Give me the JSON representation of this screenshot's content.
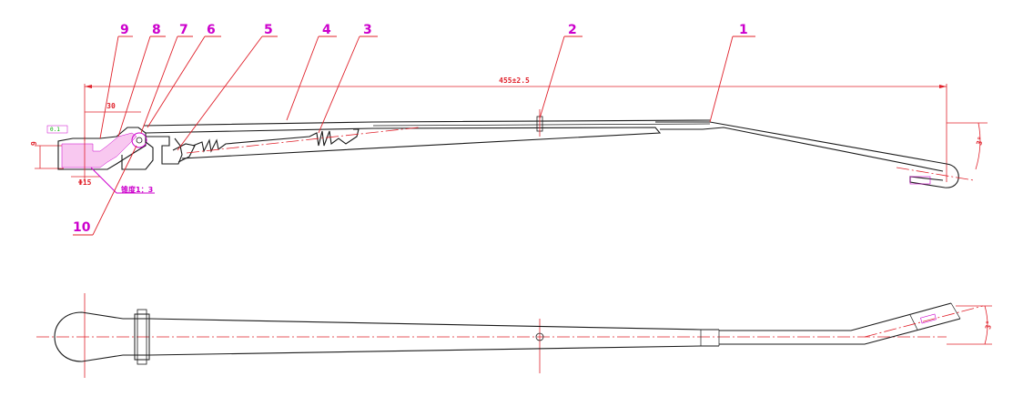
{
  "colors": {
    "outline": "#1a1a1a",
    "dimension": "#e0202a",
    "callout": "#cc00cc",
    "section_hatch": "#f8c8f0",
    "datum_note": "#00aa00"
  },
  "callouts": [
    {
      "id": "1",
      "label": "1"
    },
    {
      "id": "2",
      "label": "2"
    },
    {
      "id": "3",
      "label": "3"
    },
    {
      "id": "4",
      "label": "4"
    },
    {
      "id": "5",
      "label": "5"
    },
    {
      "id": "6",
      "label": "6"
    },
    {
      "id": "7",
      "label": "7"
    },
    {
      "id": "8",
      "label": "8"
    },
    {
      "id": "9",
      "label": "9"
    },
    {
      "id": "10",
      "label": "10"
    }
  ],
  "dimensions": {
    "overall_length": "455±2.5",
    "head_offset": "30",
    "head_height": "9",
    "bore_diameter": "Φ15",
    "taper_note": "锥度1：3",
    "hook_angle": "3°",
    "tip_angle": "3°",
    "datum_note": "0.1"
  }
}
